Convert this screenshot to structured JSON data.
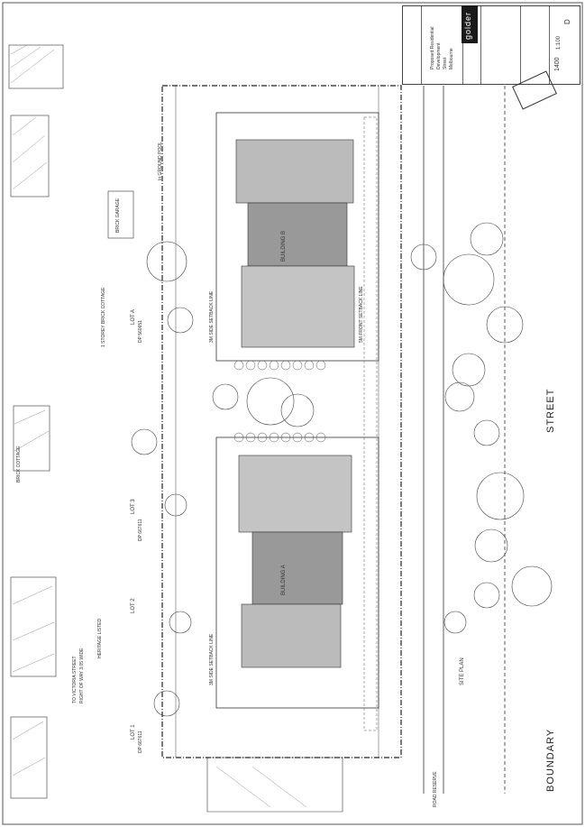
{
  "drawing": {
    "firm_logo": "golder",
    "title_block": {
      "project_lines": [
        "Proposed Residential",
        "Development",
        "Street",
        "Melbourne"
      ],
      "scale": "1:100",
      "sheet_ref": "1400",
      "revision": "D"
    },
    "sheet_title": "SITE PLAN",
    "street_label": "STREET",
    "boundary_label": "BOUNDARY",
    "right_of_way": "TO VICTORIA STREET",
    "right_of_way_width": "RIGHT OF WAY 3.05 WIDE",
    "heritage_listed": "HERITAGE LISTED",
    "lots": [
      "LOT A",
      "LOT 3",
      "LOT 2",
      "LOT 1"
    ],
    "plans": [
      "DP 560651",
      "DP 667611",
      "DP 667611"
    ],
    "neighbour_labels": [
      "1 STOREY BRICK COTTAGE",
      "BRICK COTTAGE",
      "In GROUND POOL",
      "BRICK GARAGE"
    ],
    "buildings": [
      "BUILDING A",
      "BUILDING B"
    ],
    "road_reserve": "ROAD RESERVE",
    "setback_labels": [
      "3M SIDE SETBACK LINE",
      "5M FRONT SETBACK LINE",
      "3M SIDE SETBACK LINE"
    ]
  }
}
